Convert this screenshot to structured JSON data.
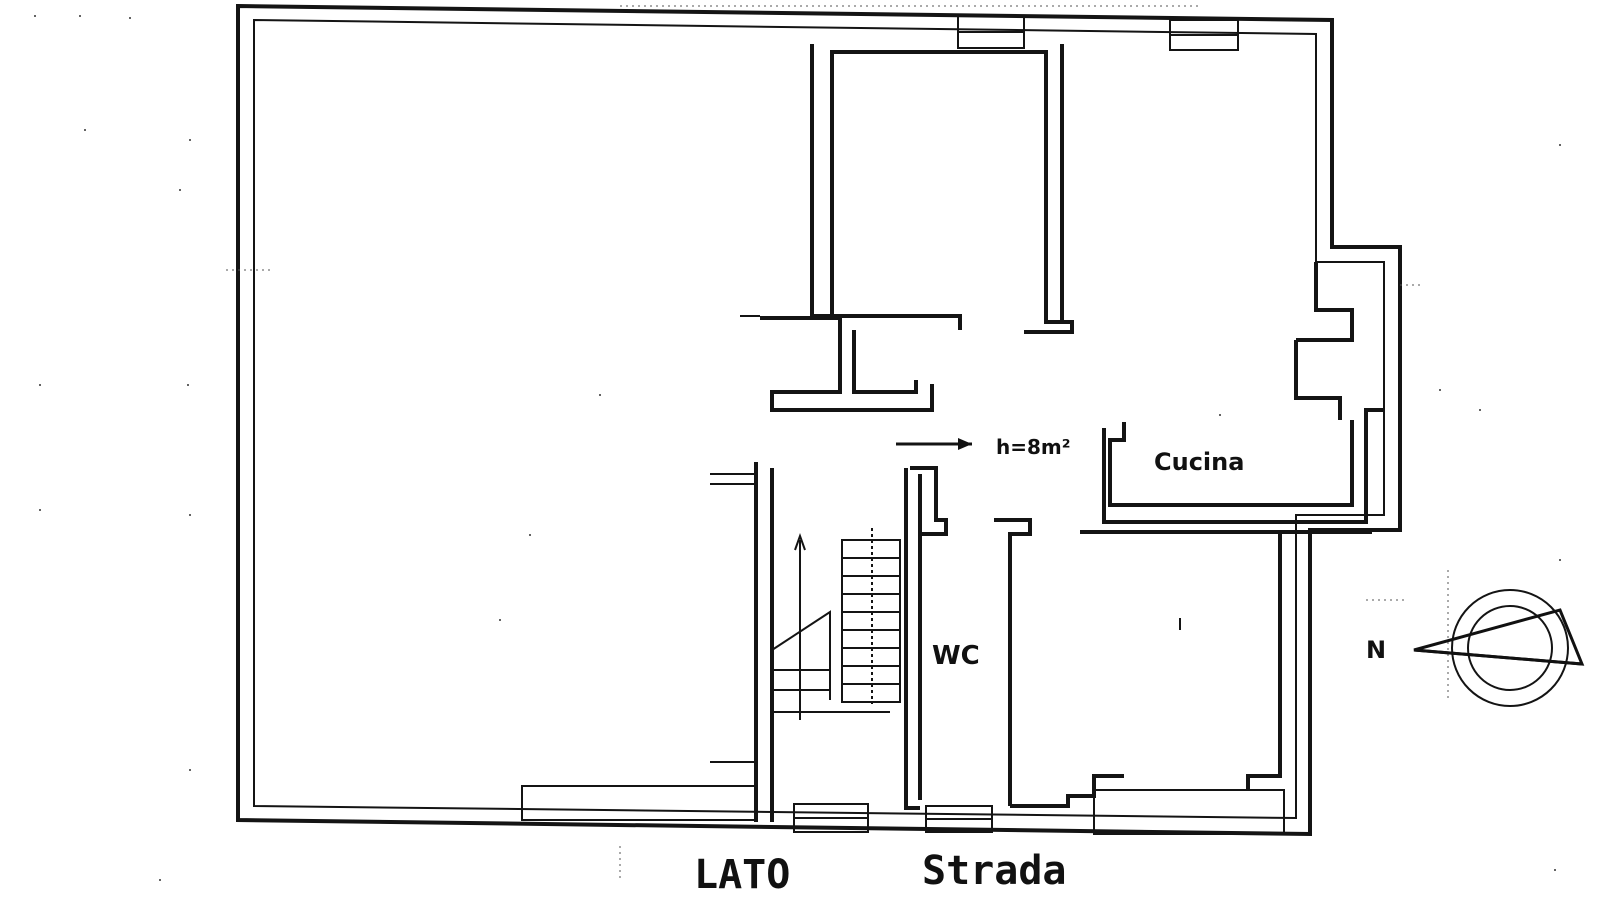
{
  "labels": {
    "height": "h=8m²",
    "kitchen": "Cucina",
    "wc": "WC",
    "north": "N",
    "side": "LATO",
    "street": "Strada"
  }
}
